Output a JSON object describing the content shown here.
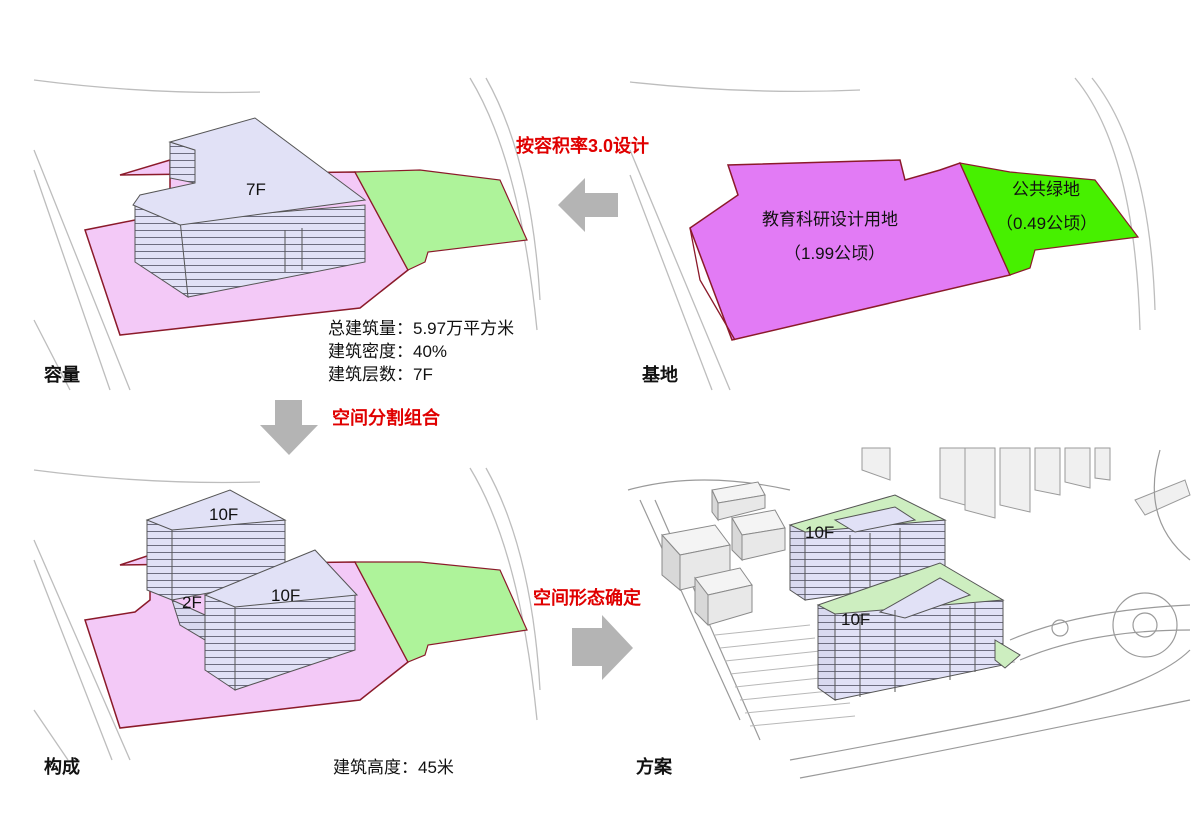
{
  "panels": {
    "capacity": {
      "title": "容量",
      "floors": "7F",
      "stats": [
        "总建筑量：5.97万平方米",
        "建筑密度：40%",
        "建筑层数：7F"
      ]
    },
    "site": {
      "title": "基地",
      "edu_land": "教育科研设计用地",
      "edu_area": "（1.99公顷）",
      "green_land": "公共绿地",
      "green_area": "（0.49公顷）"
    },
    "composition": {
      "title": "构成",
      "floor_a": "10F",
      "floor_b": "10F",
      "floor_c": "2F",
      "height": "建筑高度：45米"
    },
    "scheme": {
      "title": "方案",
      "floor_a": "10F",
      "floor_b": "10F"
    }
  },
  "steps": {
    "far_design": "按容积率3.0设计",
    "split": "空间分割组合",
    "form": "空间形态确定"
  },
  "colors": {
    "edu_purple": "#e27bf5",
    "green_bright": "#47f000",
    "site_pink": "#f3c9f7",
    "green_soft": "#aef39a",
    "mass_face": "#e1e1f6",
    "arrow_grey": "#b4b4b4",
    "step_red": "#e00000"
  }
}
